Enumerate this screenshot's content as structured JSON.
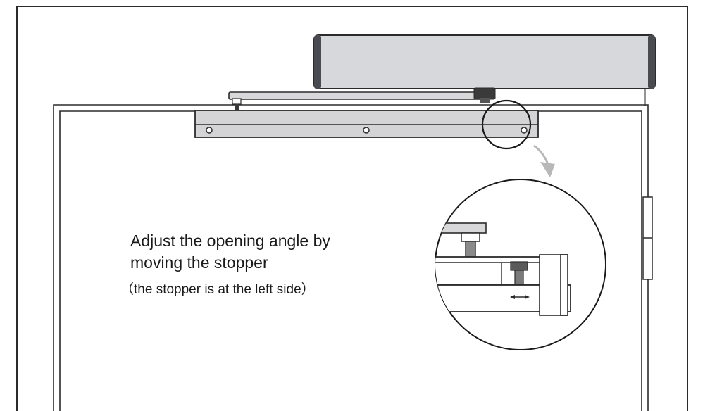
{
  "instruction": {
    "line1": "Adjust the opening angle by",
    "line2": "moving the stopper",
    "line3": "（the stopper is at the left side）"
  },
  "colors": {
    "outline": "#2b2b2b",
    "body_fill": "#d7d8dc",
    "rail_fill": "#d4d4d6",
    "arrow": "#b8b8b8"
  }
}
